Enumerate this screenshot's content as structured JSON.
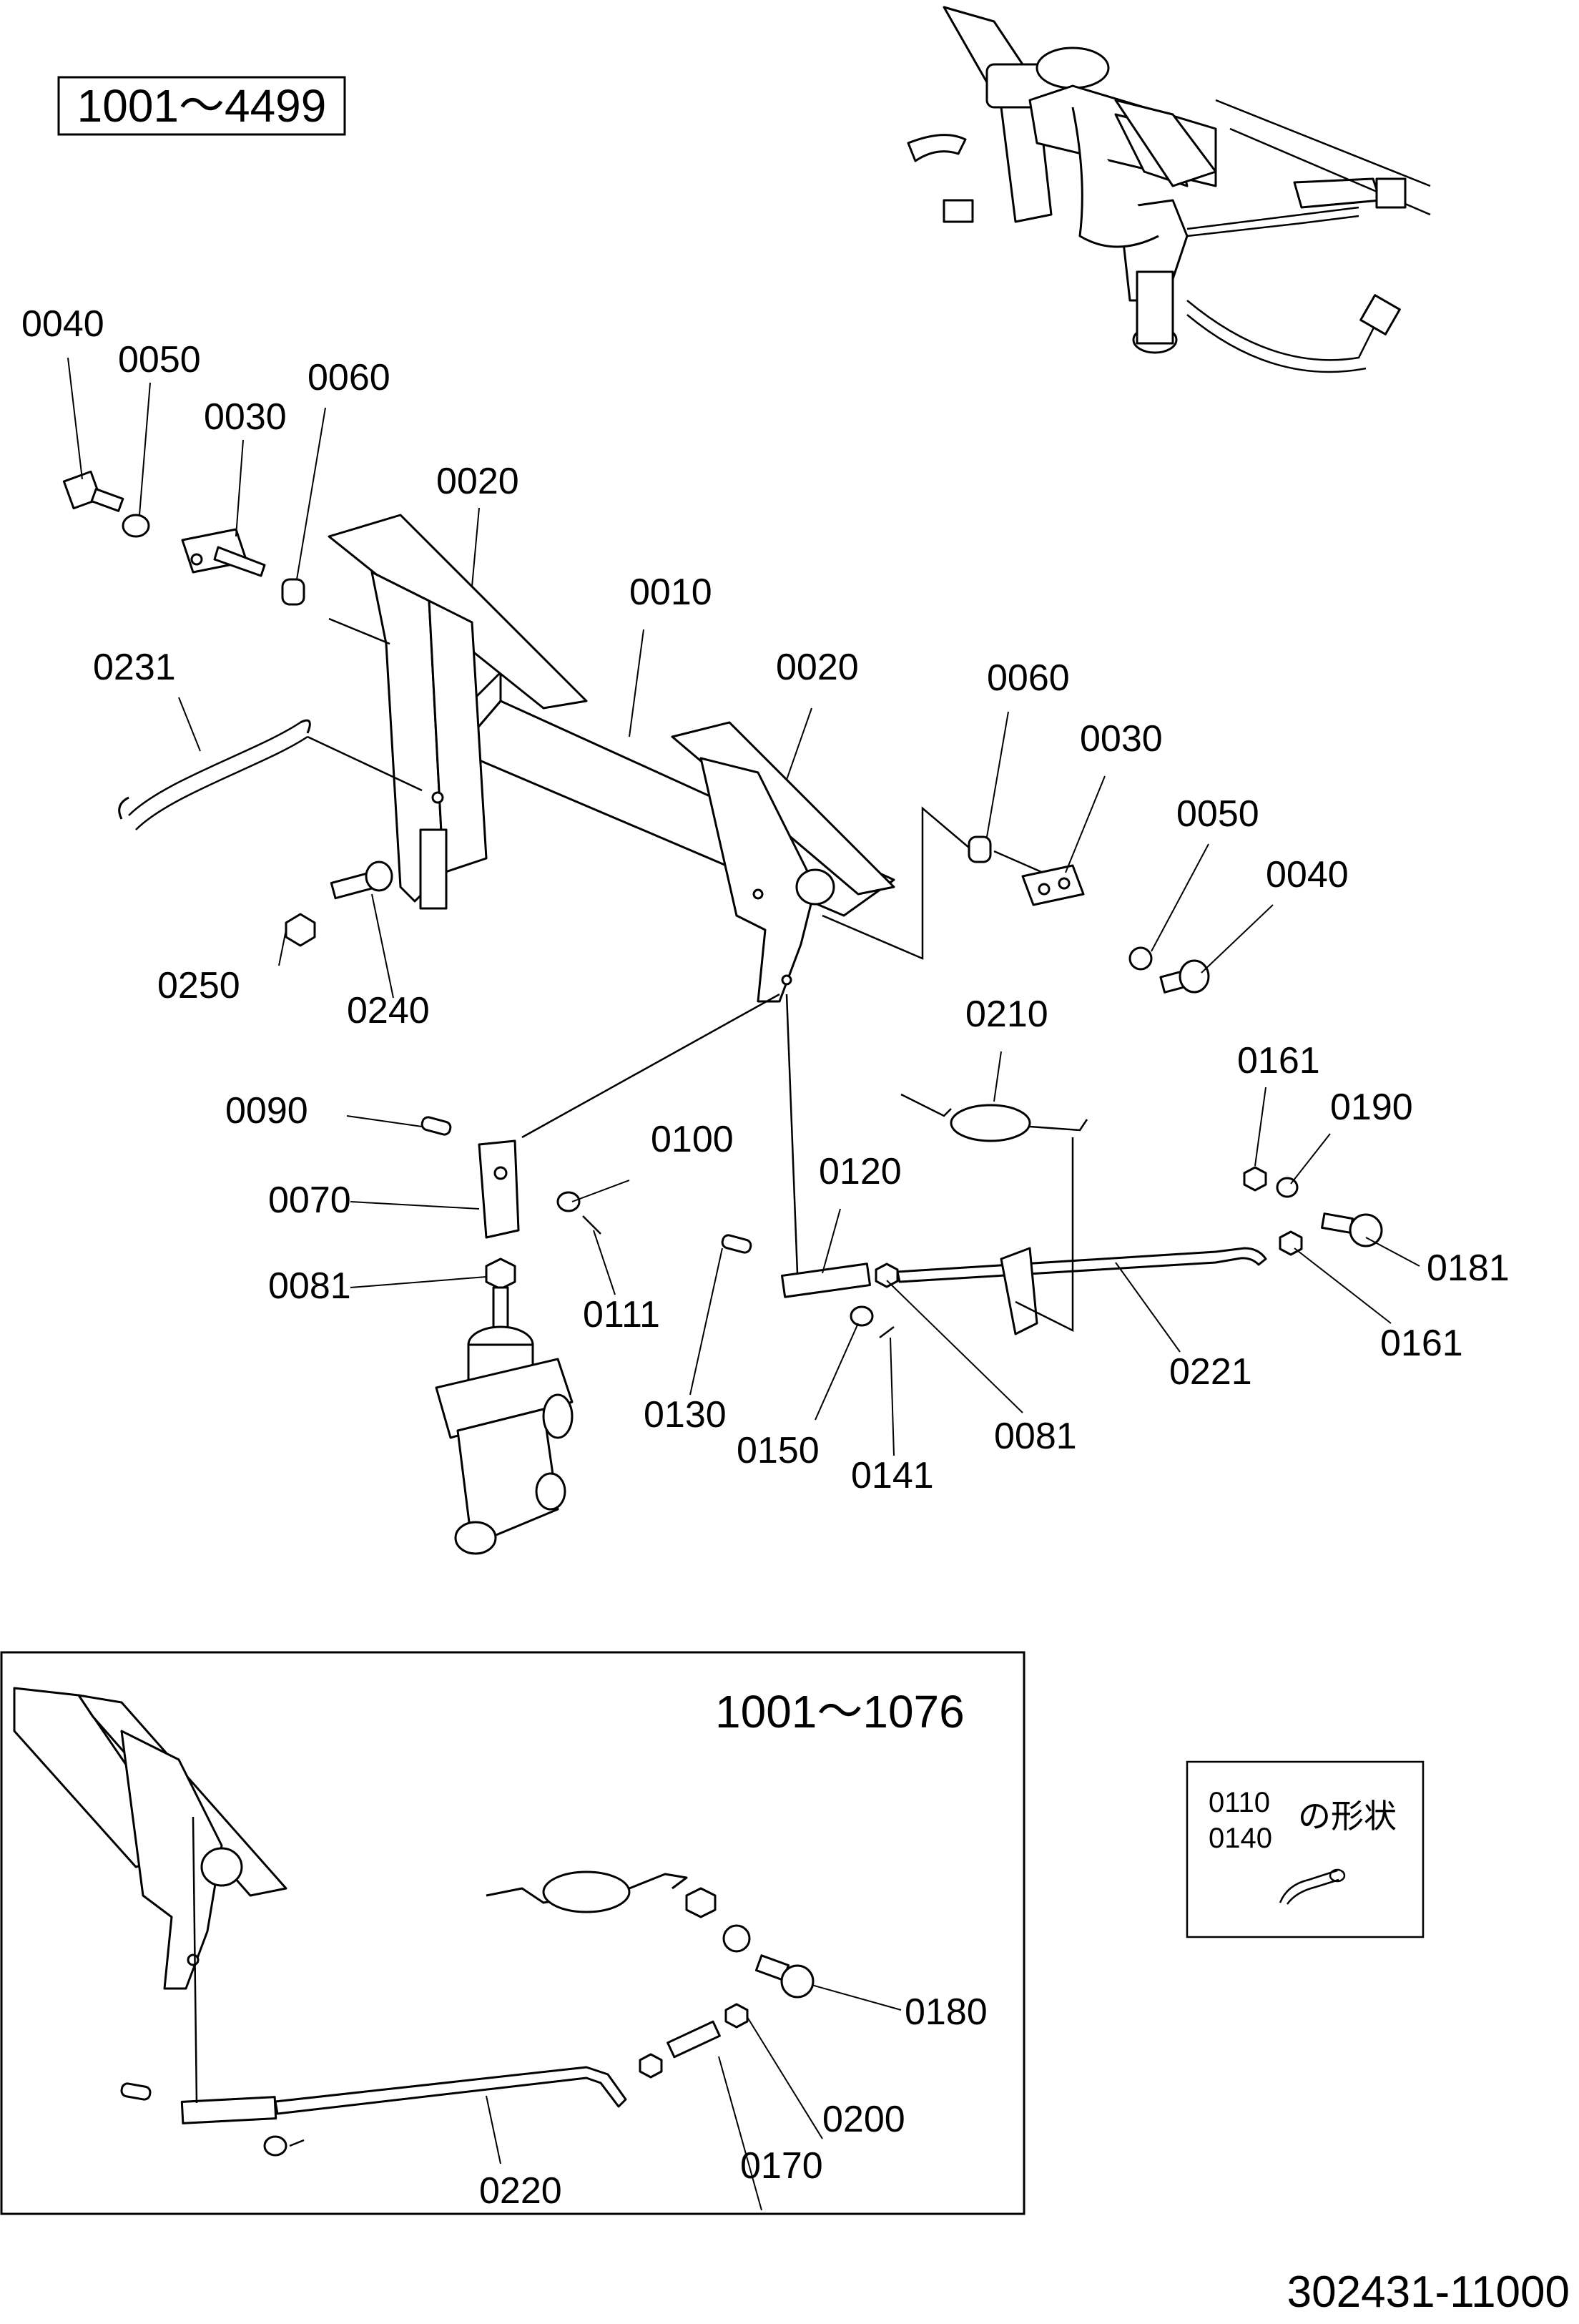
{
  "header": {
    "serial_range": "1001～4499"
  },
  "inset": {
    "serial_range": "1001～1076"
  },
  "shape_note": {
    "part_a": "0110",
    "part_b": "0140",
    "text": "の形状"
  },
  "drawing_number": "302431-11000",
  "labels": {
    "l0040a": "0040",
    "l0050a": "0050",
    "l0030a": "0030",
    "l0060a": "0060",
    "l0020a": "0020",
    "l0010": "0010",
    "l0231": "0231",
    "l0020b": "0020",
    "l0060b": "0060",
    "l0030b": "0030",
    "l0050b": "0050",
    "l0040b": "0040",
    "l0250": "0250",
    "l0240": "0240",
    "l0210": "0210",
    "l0161a": "0161",
    "l0190": "0190",
    "l0090": "0090",
    "l0100": "0100",
    "l0070": "0070",
    "l0120": "0120",
    "l0181": "0181",
    "l0081a": "0081",
    "l0111": "0111",
    "l0161b": "0161",
    "l0221": "0221",
    "l0130": "0130",
    "l0150": "0150",
    "l0141": "0141",
    "l0081b": "0081",
    "l0180": "0180",
    "l0200": "0200",
    "l0170": "0170",
    "l0220": "0220"
  }
}
